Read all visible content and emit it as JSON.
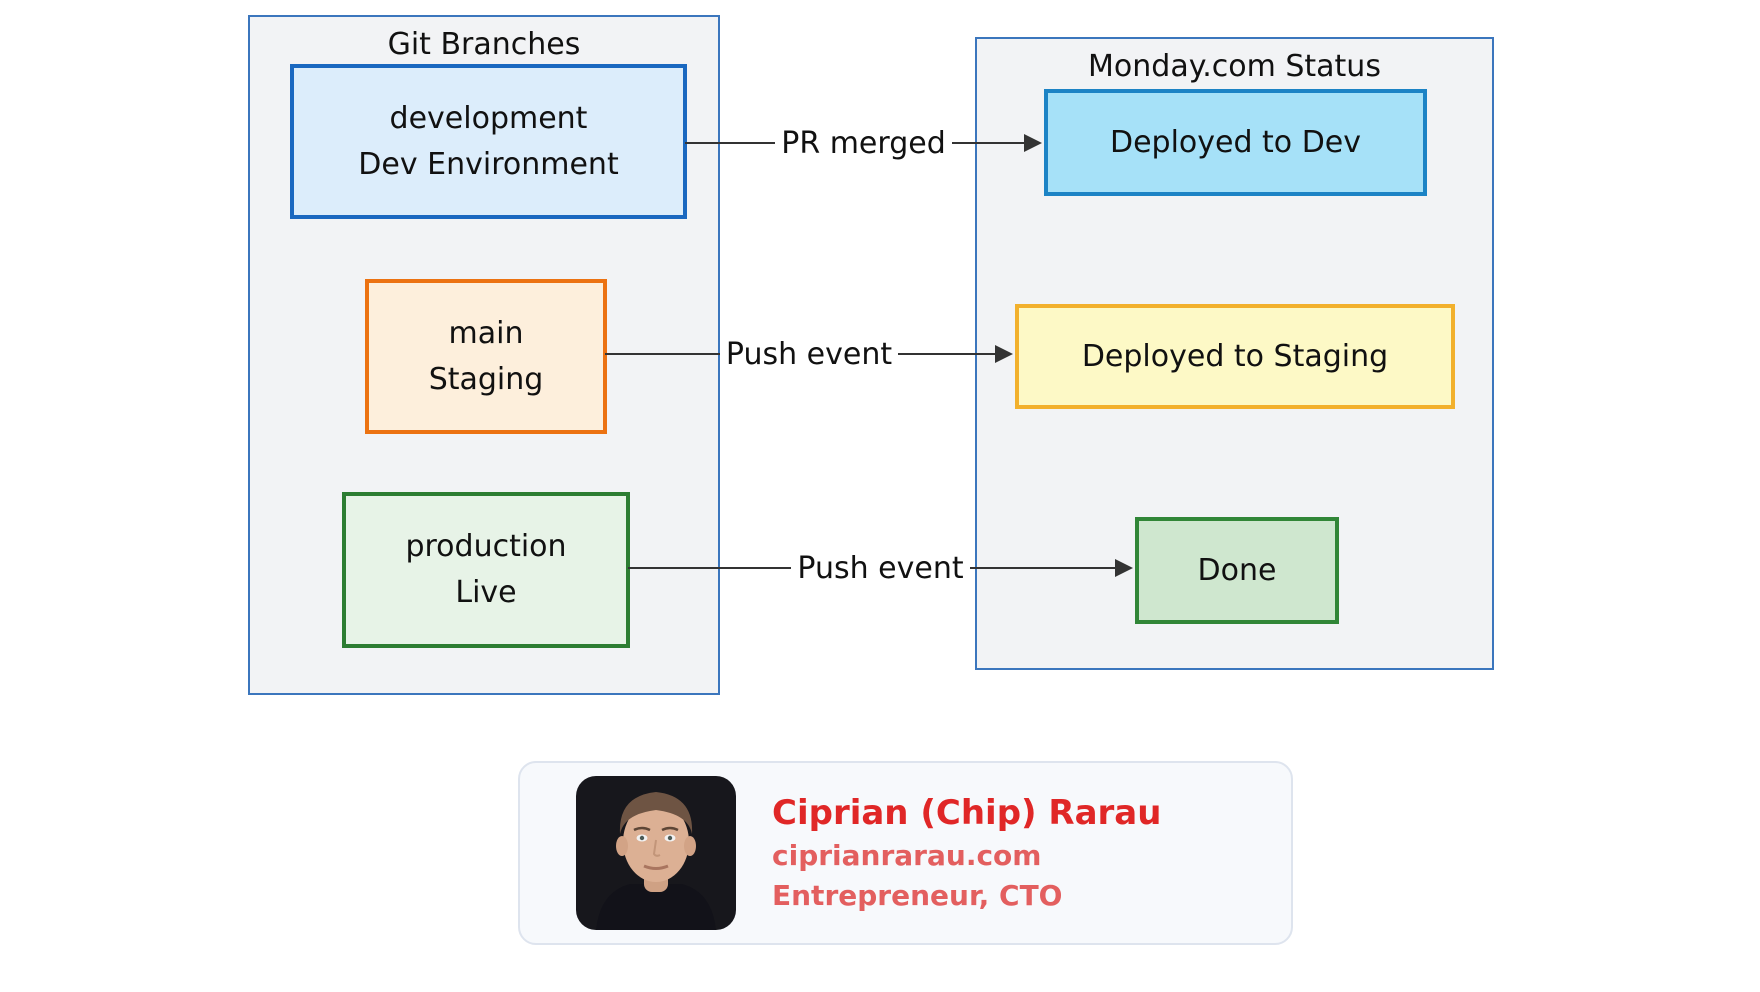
{
  "diagram": {
    "git_branches": {
      "title": "Git Branches",
      "nodes": [
        {
          "branch": "development",
          "env": "Dev Environment",
          "fill": "#dcedfb",
          "border": "#1a68c0"
        },
        {
          "branch": "main",
          "env": "Staging",
          "fill": "#fdefdc",
          "border": "#ec7211"
        },
        {
          "branch": "production",
          "env": "Live",
          "fill": "#e7f3e7",
          "border": "#2c7d32"
        }
      ]
    },
    "monday_status": {
      "title": "Monday.com Status",
      "nodes": [
        {
          "label": "Deployed to Dev",
          "fill": "#a6e1f8",
          "border": "#1c83c5"
        },
        {
          "label": "Deployed to Staging",
          "fill": "#fdf9c6",
          "border": "#f2b02c"
        },
        {
          "label": "Done",
          "fill": "#cfe7cf",
          "border": "#318637"
        }
      ]
    },
    "edges": [
      {
        "label": "PR merged"
      },
      {
        "label": "Push event"
      },
      {
        "label": "Push event"
      }
    ]
  },
  "author_card": {
    "name": "Ciprian (Chip) Rarau",
    "website": "ciprianrarau.com",
    "role": "Entrepreneur, CTO",
    "name_color": "#e02727",
    "accent_color": "#e35f5f"
  }
}
